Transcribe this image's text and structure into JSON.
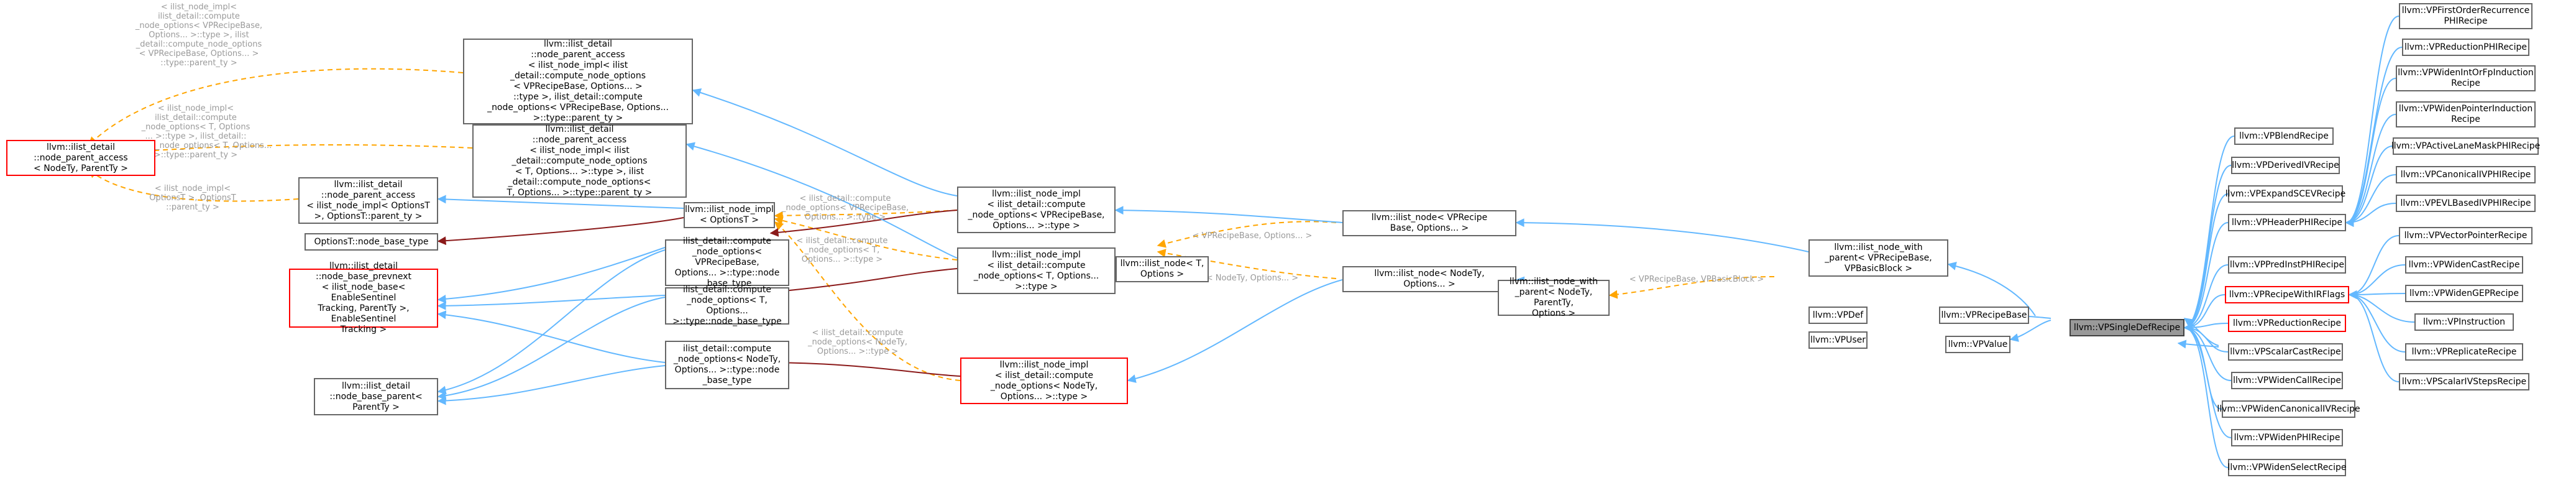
{
  "colors": {
    "public": "#63b8ff",
    "template": "#ffa500",
    "usage": "#8b1a1a",
    "border": "#666666",
    "red_border": "#ff0000",
    "focus_fill": "#999999"
  },
  "nodes": {
    "np_access_vprecipe": "llvm::ilist_detail\n::node_parent_access\n< ilist_node_impl< ilist\n_detail::compute_node_options\n< VPRecipeBase, Options... >\n::type >, ilist_detail::compute\n_node_options< VPRecipeBase, Options...\n>::type::parent_ty >",
    "np_access_generic": "llvm::ilist_detail\n::node_parent_access\n< NodeTy, ParentTy >",
    "np_access_compute": "llvm::ilist_detail\n::node_parent_access\n< ilist_node_impl< ilist\n_detail::compute_node_options\n< T, Options... >::type >, ilist\n_detail::compute_node_options<\nT, Options... >::type::parent_ty >",
    "np_access_opts": "llvm::ilist_detail\n::node_parent_access\n< ilist_node_impl< OptionsT\n>, OptionsT::parent_ty >",
    "options_node_base": "OptionsT::node_base_type",
    "ilist_node_impl_opts": "llvm::ilist_node_impl\n< OptionsT >",
    "base_prevnext": "llvm::ilist_detail\n::node_base_prevnext\n< ilist_node_base< EnableSentinel\nTracking, ParentTy >, EnableSentinel\nTracking >",
    "node_base_parent": "llvm::ilist_detail\n::node_base_parent<\nParentTy >",
    "compute_vprecipe": "ilist_detail::compute\n_node_options< VPRecipeBase,\nOptions... >::type::node\n_base_type",
    "compute_t": "ilist_detail::compute\n_node_options< T, Options...\n>::type::node_base_type",
    "compute_nodety": "ilist_detail::compute\n_node_options< NodeTy,\nOptions... >::type::node\n_base_type",
    "impl_vprecipe": "llvm::ilist_node_impl\n< ilist_detail::compute\n_node_options< VPRecipeBase,\nOptions... >::type >",
    "impl_t": "llvm::ilist_node_impl\n< ilist_detail::compute\n_node_options< T, Options...\n>::type >",
    "impl_nodety": "llvm::ilist_node_impl\n< ilist_detail::compute\n_node_options< NodeTy,\nOptions... >::type >",
    "ilist_node_t": "llvm::ilist_node< T,\nOptions >",
    "ilist_node_vprecipe": "llvm::ilist_node< VPRecipe\nBase, Options... >",
    "ilist_node_nodety": "llvm::ilist_node< NodeTy,\nOptions... >",
    "with_parent_generic": "llvm::ilist_node_with\n_parent< NodeTy, ParentTy,\nOptions >",
    "with_parent_vprecipe": "llvm::ilist_node_with\n_parent< VPRecipeBase,\nVPBasicBlock >",
    "vpdef": "llvm::VPDef",
    "vpuser": "llvm::VPUser",
    "vprecipebase": "llvm::VPRecipeBase",
    "vpvalue": "llvm::VPValue",
    "vpsingledef": "llvm::VPSingleDefRecipe",
    "vpblend": "llvm::VPBlendRecipe",
    "vpderivediv": "llvm::VPDerivedIVRecipe",
    "vpexpandscev": "llvm::VPExpandSCEVRecipe",
    "vpheaderphi": "llvm::VPHeaderPHIRecipe",
    "vppredinstphi": "llvm::VPPredInstPHIRecipe",
    "vpwithirflags": "llvm::VPRecipeWithIRFlags",
    "vpreduction": "llvm::VPReductionRecipe",
    "vpscalarcast": "llvm::VPScalarCastRecipe",
    "vpwidencall": "llvm::VPWidenCallRecipe",
    "vpwidencanonical": "llvm::VPWidenCanonicalIVRecipe",
    "vpwidenphi": "llvm::VPWidenPHIRecipe",
    "vpwidenselect": "llvm::VPWidenSelectRecipe",
    "vpfirstorder": "llvm::VPFirstOrderRecurrence\nPHIRecipe",
    "vpreductionphi": "llvm::VPReductionPHIRecipe",
    "vpwidenintorfp": "llvm::VPWidenIntOrFpInduction\nRecipe",
    "vpwidenpointer": "llvm::VPWidenPointerInduction\nRecipe",
    "vpactivelane": "llvm::VPActiveLaneMaskPHIRecipe",
    "vpcanonicaliv": "llvm::VPCanonicalIVPHIRecipe",
    "vpevlbased": "llvm::VPEVLBasedIVPHIRecipe",
    "vpvectorpointer": "llvm::VPVectorPointerRecipe",
    "vpwidencast": "llvm::VPWidenCastRecipe",
    "vpwidengep": "llvm::VPWidenGEPRecipe",
    "vpinstruction": "llvm::VPInstruction",
    "vpreplicate": "llvm::VPReplicateRecipe",
    "vpscalarivsteps": "llvm::VPScalarIVStepsRecipe"
  },
  "edge_labels": {
    "l1": "< ilist_node_impl<\nilist_detail::compute\n_node_options< VPRecipeBase,\nOptions... >::type >, ilist\n_detail::compute_node_options\n< VPRecipeBase, Options... >\n::type::parent_ty >",
    "l2": "< ilist_node_impl<\nilist_detail::compute\n_node_options< T, Options\n... >::type >, ilist_detail::\ncompute_node_options< T, Options...\n>::type::parent_ty >",
    "l3": "< ilist_node_impl<\nOptionsT >, OptionsT\n::parent_ty >",
    "l4": "< ilist_detail::compute\n_node_options< VPRecipeBase,\nOptions... >::type >",
    "l5": "< ilist_detail::compute\n_node_options< T,\nOptions... >::type >",
    "l6": "< ilist_detail::compute\n_node_options< NodeTy,\nOptions... >::type >",
    "l7": "< VPRecipeBase, Options... >",
    "l8": "< NodeTy, Options... >",
    "l9": "< VPRecipeBase, VPBasicBlock >"
  }
}
